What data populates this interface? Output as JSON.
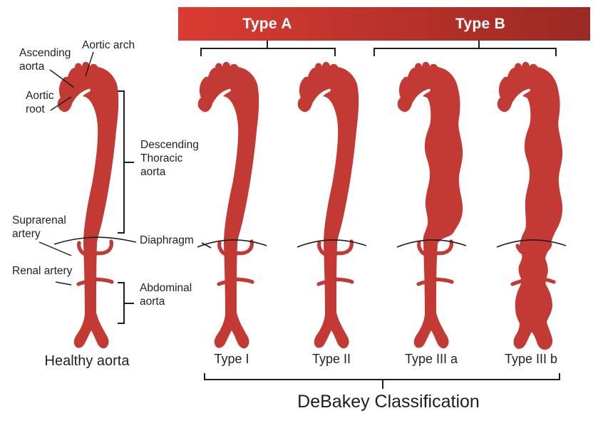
{
  "banner": {
    "type_a_label": "Type A",
    "type_b_label": "Type B"
  },
  "healthy_figure": {
    "caption": "Healthy aorta",
    "labels": {
      "ascending_aorta": "Ascending\naorta",
      "aortic_arch": "Aortic arch",
      "aortic_root": "Aortic\nroot",
      "descending_thoracic_aorta": "Descending\nThoracic\naorta",
      "suprarenal_artery": "Suprarenal\nartery",
      "renal_artery": "Renal artery",
      "diaphragm": "Diaphragm",
      "abdominal_aorta": "Abdominal\naorta"
    }
  },
  "classification": {
    "title": "DeBakey Classification",
    "types": [
      {
        "label": "Type I",
        "stanford_group": "Type A"
      },
      {
        "label": "Type II",
        "stanford_group": "Type A"
      },
      {
        "label": "Type III a",
        "stanford_group": "Type B"
      },
      {
        "label": "Type III b",
        "stanford_group": "Type B"
      }
    ]
  },
  "colors": {
    "aorta_red": "#c23a33",
    "banner_left": "#da3b32",
    "banner_right": "#992a23",
    "banner_text": "#ffffff",
    "line": "#1d1d1b",
    "text": "#231f20"
  }
}
